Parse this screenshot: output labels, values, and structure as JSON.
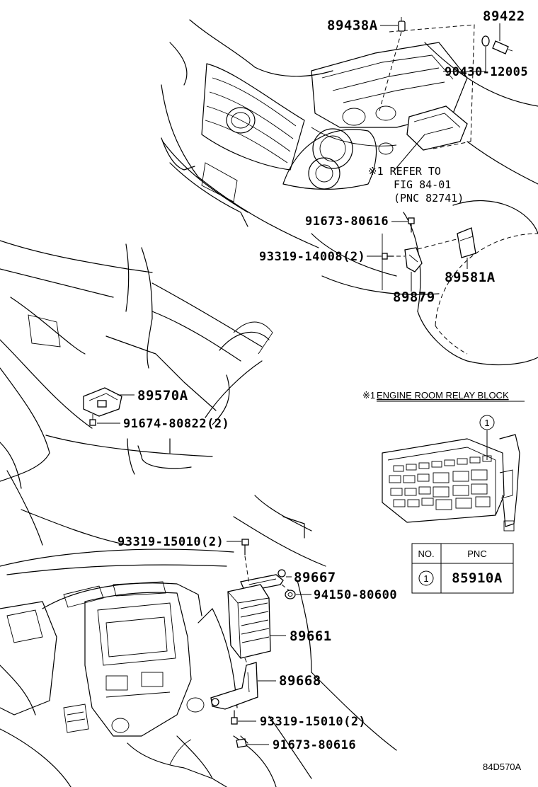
{
  "labels": {
    "p89438A": "89438A",
    "p89422": "89422",
    "p90430": "90430-12005",
    "refer1": "※1 REFER TO",
    "refer2": "FIG 84-01",
    "refer3": "(PNC 82741)",
    "p91673a": "91673-80616",
    "p93319_14008": "93319-14008(2)",
    "p89581A": "89581A",
    "p89879": "89879",
    "p89570A": "89570A",
    "p91674": "91674-80822(2)",
    "p93319_15010a": "93319-15010(2)",
    "p89667": "89667",
    "p94150": "94150-80600",
    "p89661": "89661",
    "p89668": "89668",
    "p93319_15010b": "93319-15010(2)",
    "p91673b": "91673-80616"
  },
  "relay_block": {
    "title_mark": "※1",
    "title": "ENGINE ROOM RELAY BLOCK",
    "callout": "1"
  },
  "table": {
    "headers": [
      "NO.",
      "PNC"
    ],
    "rows": [
      {
        "no": "1",
        "pnc": "85910A"
      }
    ]
  },
  "figure_id": "84D570A"
}
